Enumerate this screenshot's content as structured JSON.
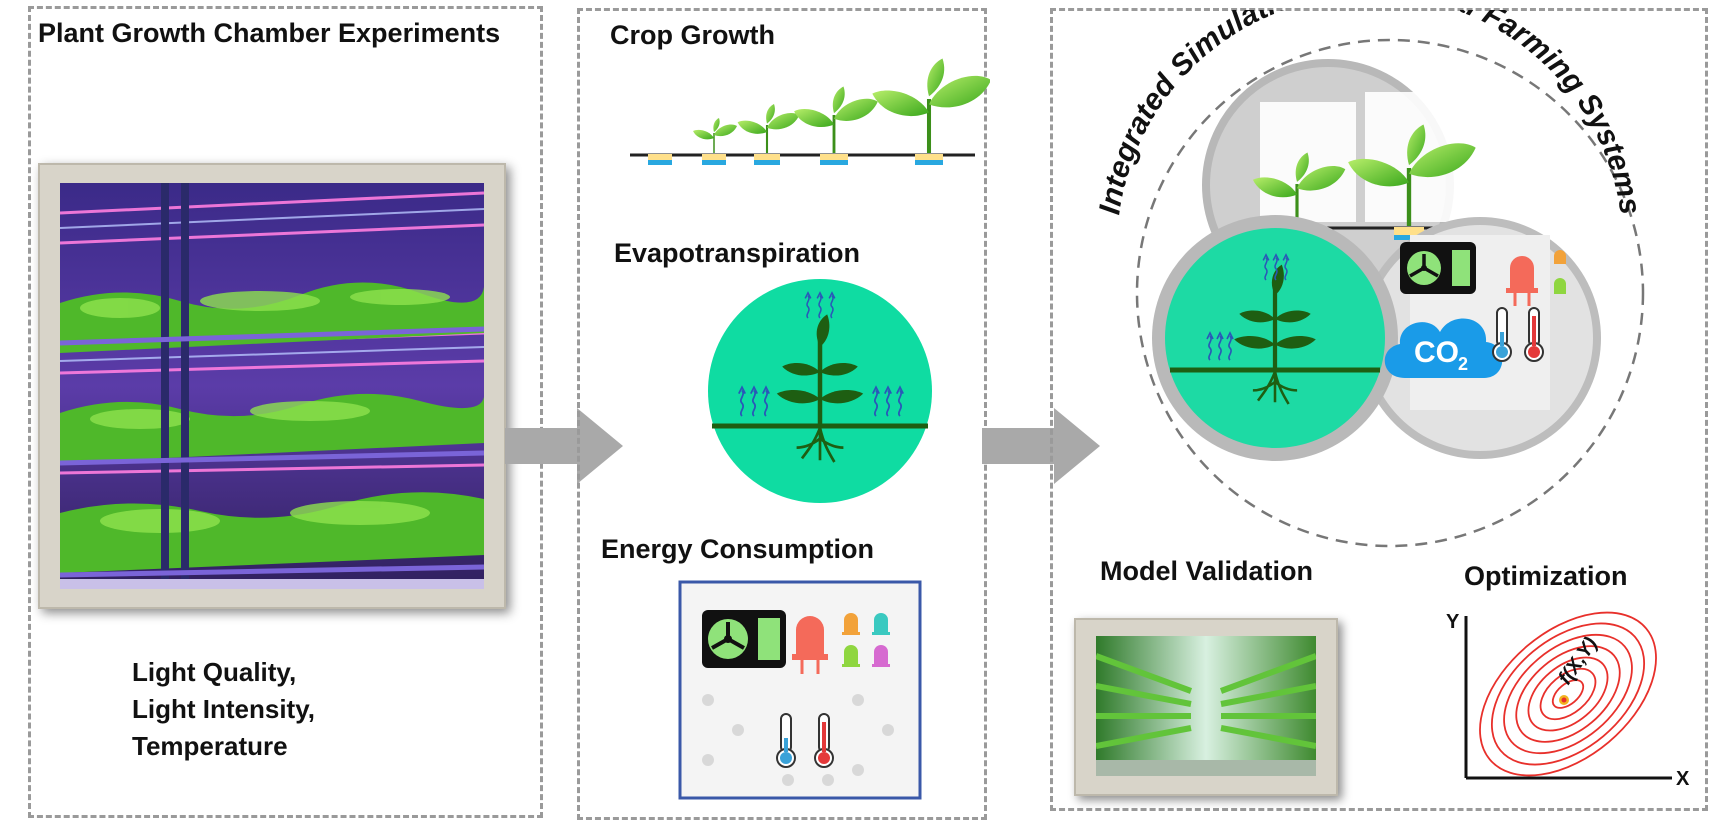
{
  "panel1": {
    "title": "Plant Growth Chamber Experiments",
    "factors": [
      "Light Quality,",
      "Light Intensity,",
      "Temperature"
    ]
  },
  "panel2": {
    "crop_title": "Crop Growth",
    "evap_title": "Evapotranspiration",
    "energy_title": "Energy Consumption"
  },
  "panel3": {
    "arc_title": "Integrated Simulation for Vertical Farming Systems",
    "co2_label": "CO",
    "co2_sub": "2",
    "validation_title": "Model Validation",
    "optimization_title": "Optimization",
    "y_axis": "Y",
    "x_axis": "X",
    "function_label": "f(X,Y)"
  },
  "colors": {
    "evap_green": "#0fdca2",
    "plant_dark": "#1e5e12",
    "leaf_green": "#5cc531",
    "contour_red": "#e8302b",
    "co2_blue": "#1a9be8",
    "arrow_gray": "#a9a9a9"
  }
}
